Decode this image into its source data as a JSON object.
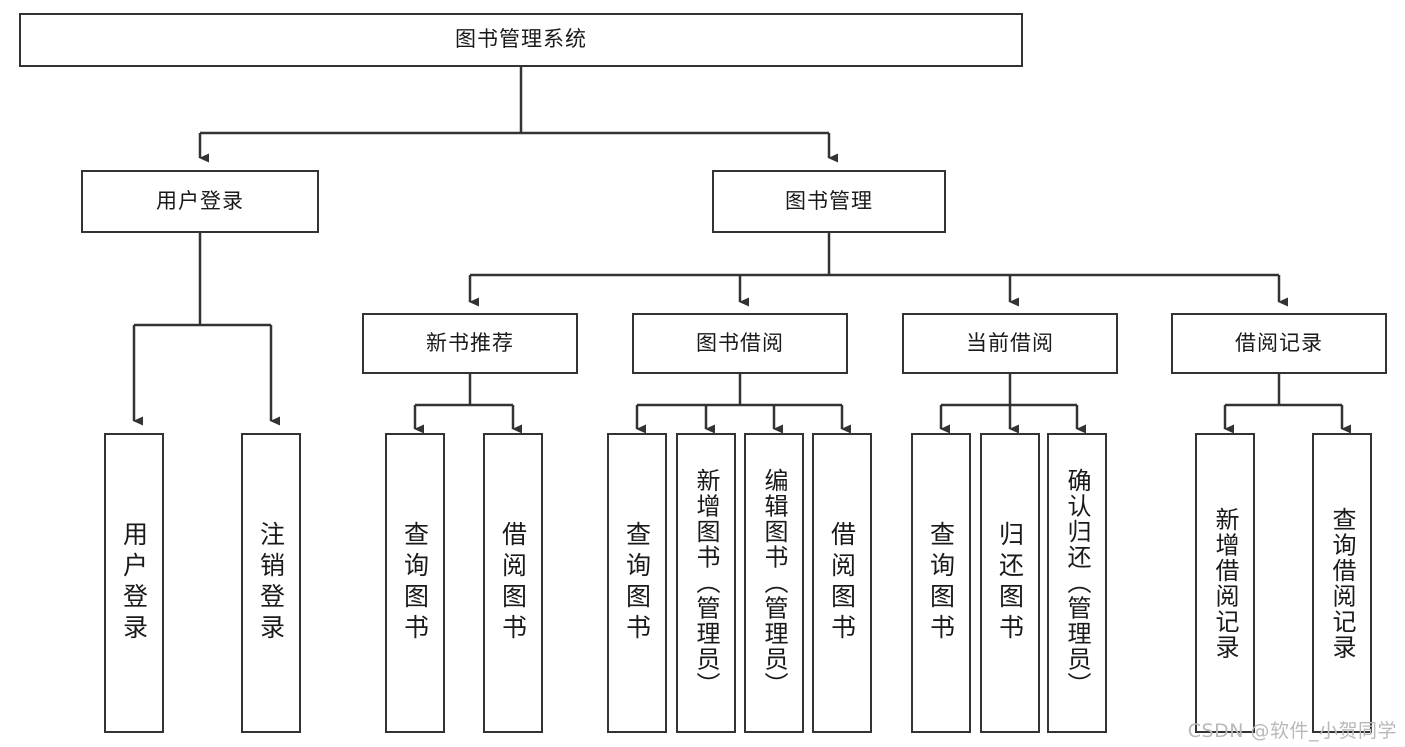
{
  "diagram": {
    "title": "图书管理系统",
    "type": "功能结构图",
    "watermark": "CSDN @软件_小贺同学",
    "colors": {
      "box_border": "#333333",
      "box_fill": "#ffffff",
      "edge": "#333333",
      "text": "#1a1a1a",
      "watermark": "#b9b9b9",
      "background": "#ffffff"
    },
    "root": {
      "label": "图书管理系统"
    },
    "level2": [
      {
        "label": "用户登录"
      },
      {
        "label": "图书管理"
      }
    ],
    "level3": [
      {
        "label": "新书推荐"
      },
      {
        "label": "图书借阅"
      },
      {
        "label": "当前借阅"
      },
      {
        "label": "借阅记录"
      }
    ],
    "leaves": {
      "user_login": [
        {
          "label": "用户登录"
        },
        {
          "label": "注销登录"
        }
      ],
      "new_book": [
        {
          "label": "查询图书"
        },
        {
          "label": "借阅图书"
        }
      ],
      "borrow_book": [
        {
          "label": "查询图书"
        },
        {
          "label": "新增图书（管理员）"
        },
        {
          "label": "编辑图书（管理员）"
        },
        {
          "label": "借阅图书"
        }
      ],
      "current_borrow": [
        {
          "label": "查询图书"
        },
        {
          "label": "归还图书"
        },
        {
          "label": "确认归还（管理员）"
        }
      ],
      "borrow_record": [
        {
          "label": "新增借阅记录"
        },
        {
          "label": "查询借阅记录"
        }
      ]
    }
  }
}
